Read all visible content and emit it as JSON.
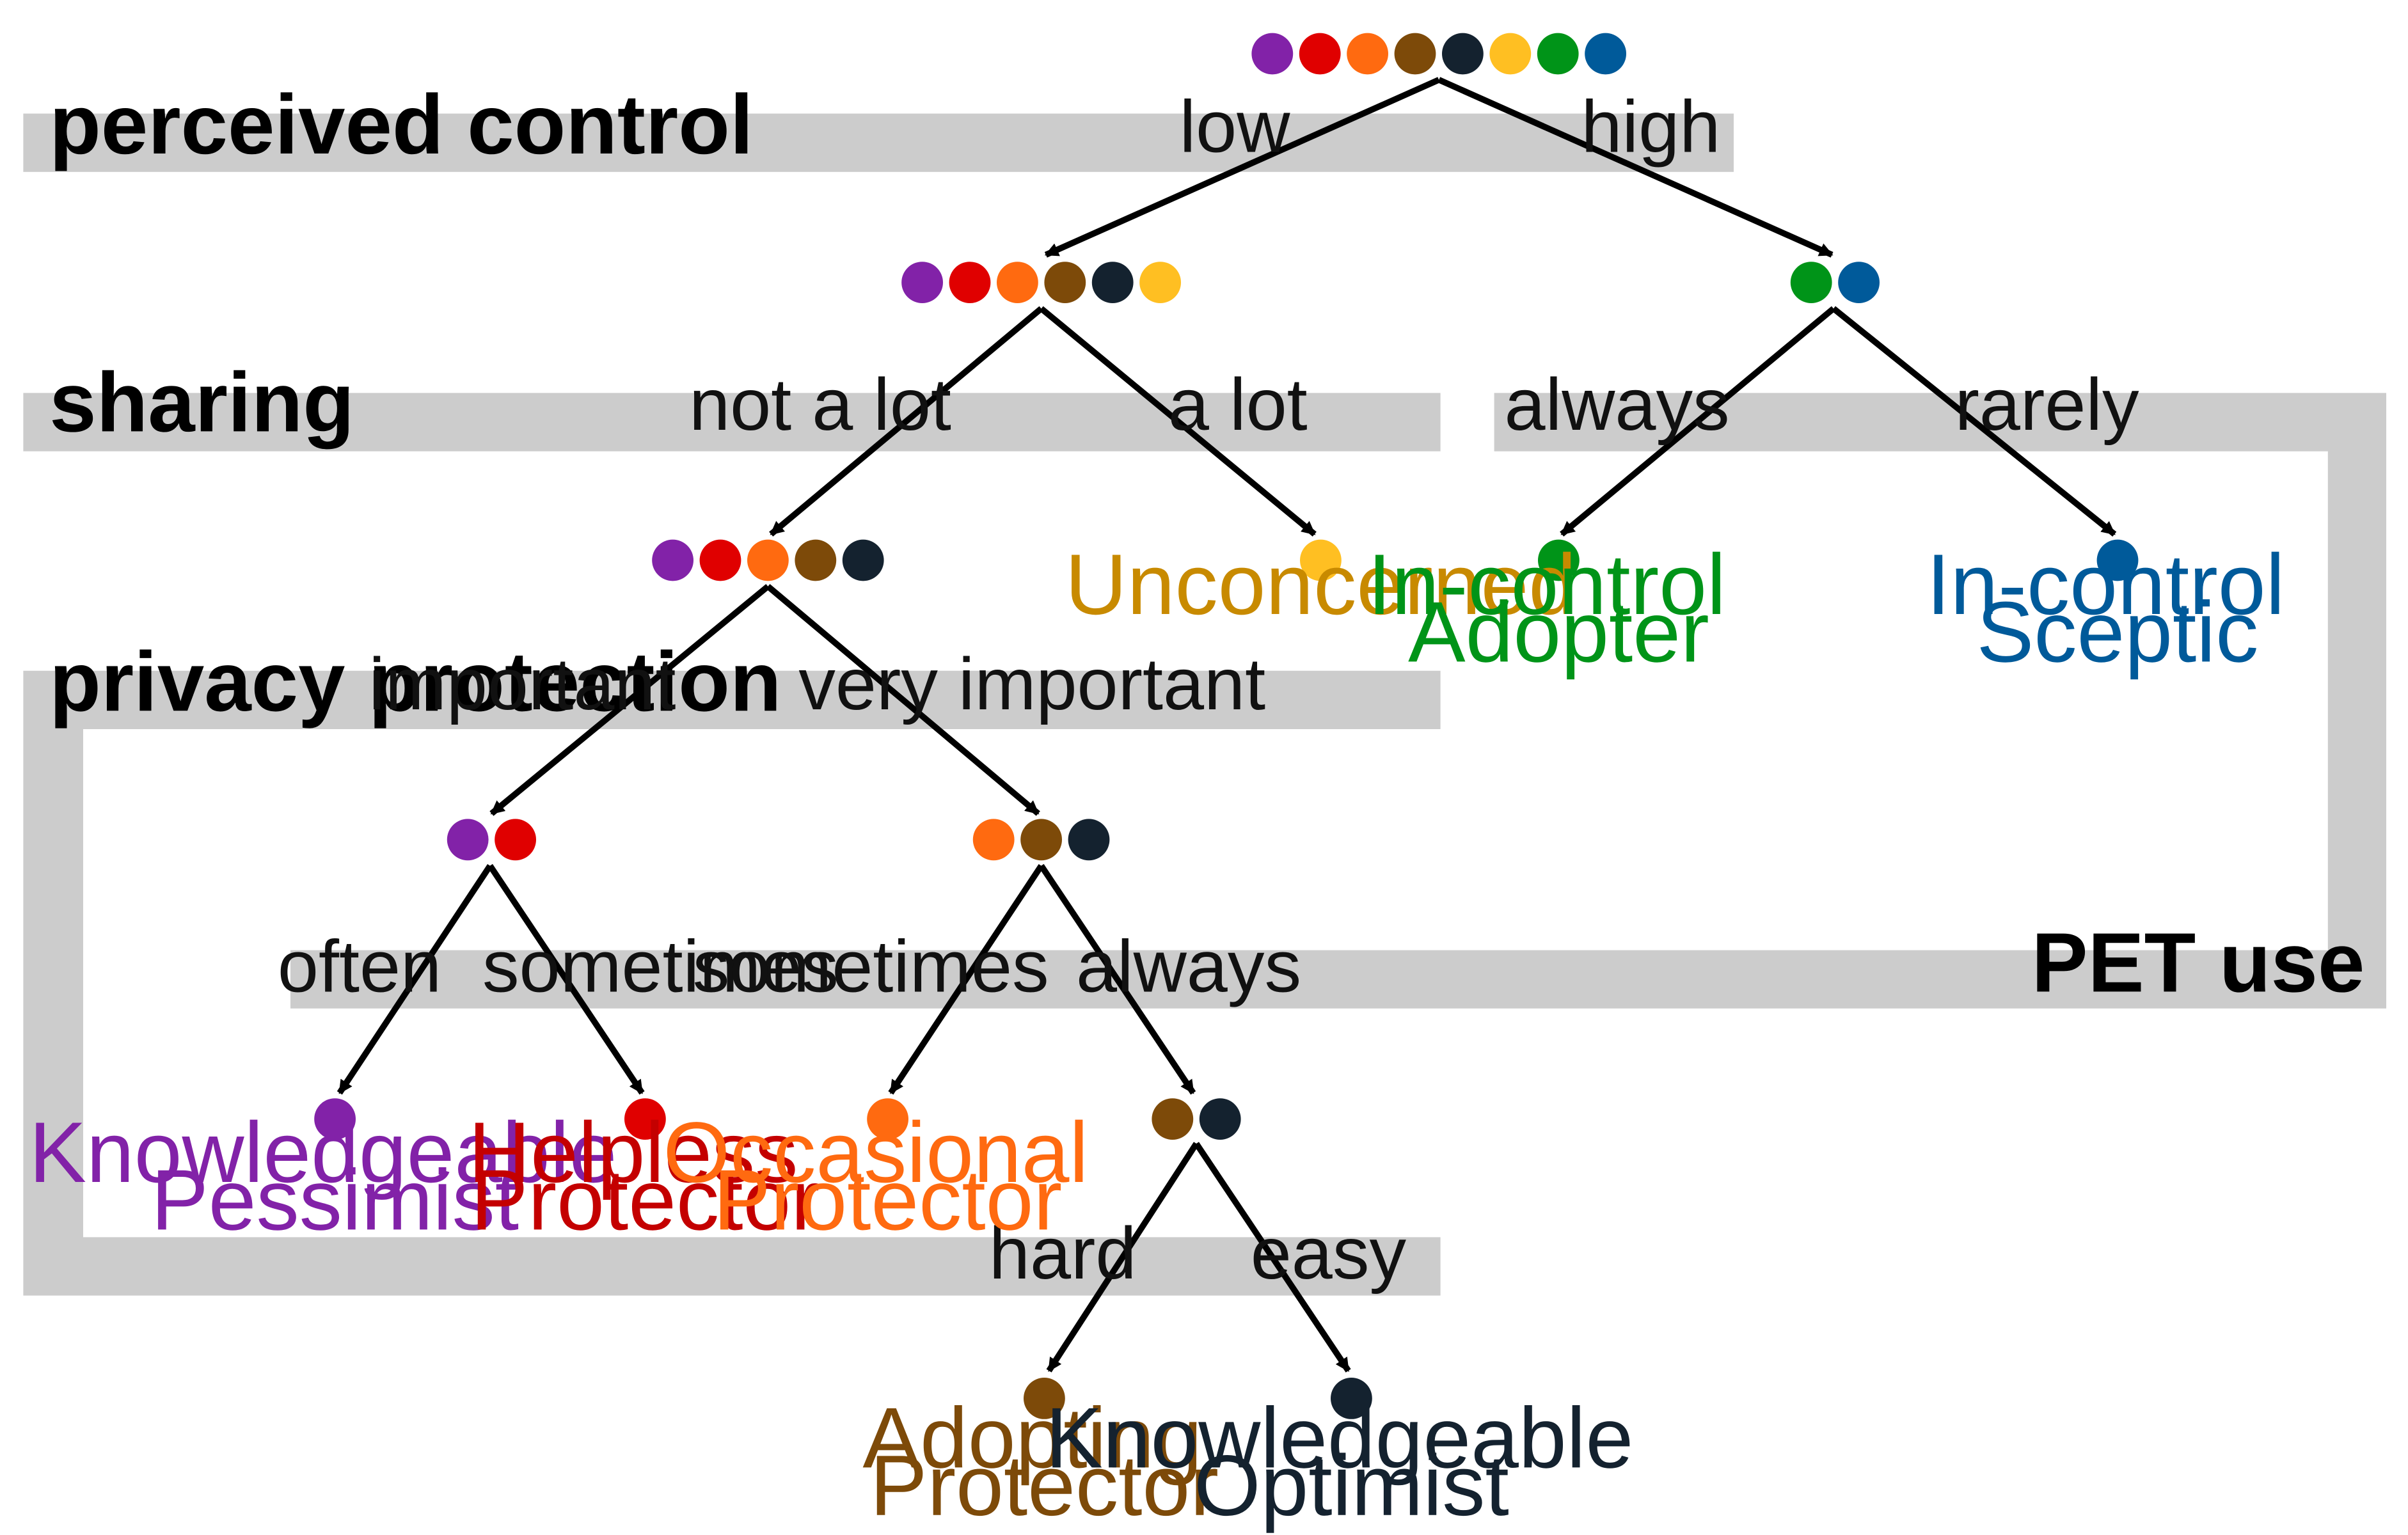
{
  "colors": {
    "band": "#cccccc",
    "purple": "#8222a8",
    "red": "#e00000",
    "orange": "#ff6a10",
    "brown": "#7d4a09",
    "navy": "#14222f",
    "yellow": "#ffbf22",
    "green": "#009418",
    "blue": "#005a9a"
  },
  "label_colors": {
    "purple": "#8222a8",
    "red": "#c40000",
    "orange": "#ff6a10",
    "brown": "#7d4a09",
    "navy": "#14222f",
    "yellow": "#c88a00",
    "green": "#009418",
    "blue": "#005a9a"
  },
  "bands": {
    "perceived_control": "perceived control",
    "sharing": "sharing",
    "privacy_protection": "privacy protection",
    "pet_use": "PET use"
  },
  "edges": {
    "low": "low",
    "high": "high",
    "not_a_lot": "not a lot",
    "a_lot": "a lot",
    "always_right": "always",
    "rarely": "rarely",
    "important": "important",
    "very_important": "very important",
    "often": "often",
    "sometimes_left": "sometimes",
    "sometimes_mid": "sometimes",
    "always_mid": "always",
    "hard": "hard",
    "easy": "easy"
  },
  "leaves": {
    "unconcerned": [
      "Unconcerned"
    ],
    "incontrol_adopter": [
      "In-control",
      "Adopter"
    ],
    "incontrol_sceptic": [
      "In-control",
      "Sceptic"
    ],
    "knowledgeable_pessimist": [
      "Knowledgeable",
      "Pessimist"
    ],
    "helpless_protector": [
      "Helpless",
      "Protector"
    ],
    "occasional_protector": [
      "Occasional",
      "Protector"
    ],
    "adopting_protector": [
      "Adopting",
      "Protector"
    ],
    "knowledgeable_optimist": [
      "Knowledgeable",
      "Optimist"
    ]
  },
  "nodes": {
    "root": [
      "purple",
      "red",
      "orange",
      "brown",
      "navy",
      "yellow",
      "green",
      "blue"
    ],
    "low": [
      "purple",
      "red",
      "orange",
      "brown",
      "navy",
      "yellow"
    ],
    "high": [
      "green",
      "blue"
    ],
    "not_a_lot": [
      "purple",
      "red",
      "orange",
      "brown",
      "navy"
    ],
    "a_lot": [
      "yellow"
    ],
    "always_right": [
      "green"
    ],
    "rarely": [
      "blue"
    ],
    "important": [
      "purple",
      "red"
    ],
    "very_important": [
      "orange",
      "brown",
      "navy"
    ],
    "often": [
      "purple"
    ],
    "sometimes_left": [
      "red"
    ],
    "sometimes_mid": [
      "orange"
    ],
    "always_mid": [
      "brown",
      "navy"
    ],
    "hard": [
      "brown"
    ],
    "easy": [
      "navy"
    ]
  }
}
